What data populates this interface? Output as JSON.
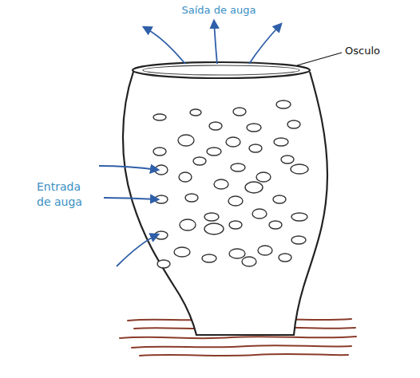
{
  "diagram": {
    "labels": [
      "Saída de auga",
      "Osculo",
      "Entrada de auga"
    ]
  }
}
